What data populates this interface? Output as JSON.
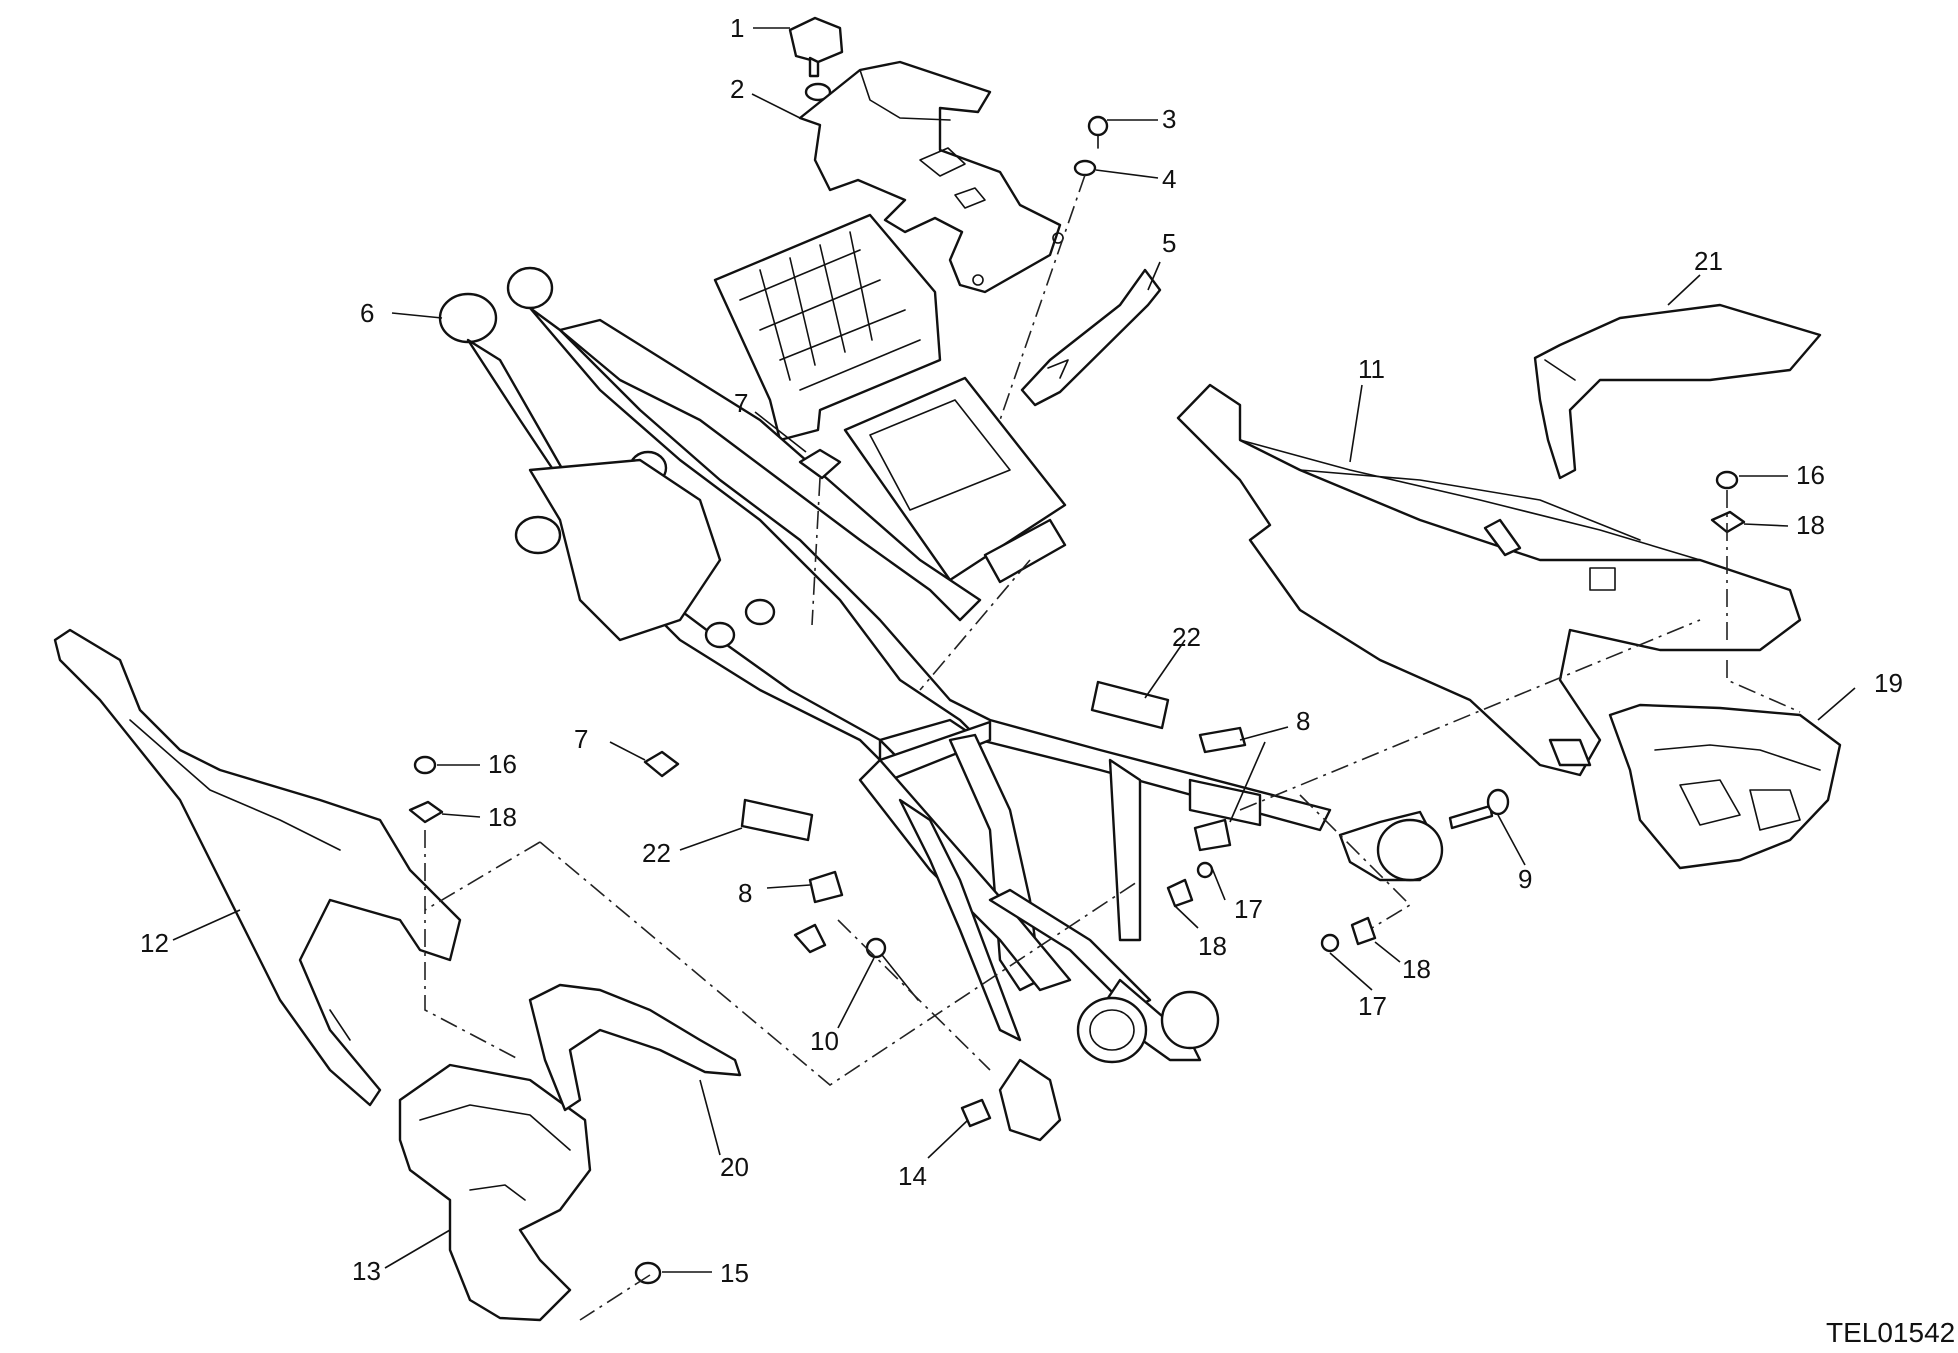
{
  "diagram": {
    "reference_code": "TEL01542",
    "callouts": [
      {
        "id": "c1",
        "number": "1"
      },
      {
        "id": "c2",
        "number": "2"
      },
      {
        "id": "c3",
        "number": "3"
      },
      {
        "id": "c4",
        "number": "4"
      },
      {
        "id": "c5",
        "number": "5"
      },
      {
        "id": "c6",
        "number": "6"
      },
      {
        "id": "c7a",
        "number": "7"
      },
      {
        "id": "c7b",
        "number": "7"
      },
      {
        "id": "c8a",
        "number": "8"
      },
      {
        "id": "c8b",
        "number": "8"
      },
      {
        "id": "c9",
        "number": "9"
      },
      {
        "id": "c10",
        "number": "10"
      },
      {
        "id": "c11",
        "number": "11"
      },
      {
        "id": "c12",
        "number": "12"
      },
      {
        "id": "c13",
        "number": "13"
      },
      {
        "id": "c14",
        "number": "14"
      },
      {
        "id": "c15",
        "number": "15"
      },
      {
        "id": "c16a",
        "number": "16"
      },
      {
        "id": "c16b",
        "number": "16"
      },
      {
        "id": "c17a",
        "number": "17"
      },
      {
        "id": "c17b",
        "number": "17"
      },
      {
        "id": "c18a",
        "number": "18"
      },
      {
        "id": "c18b",
        "number": "18"
      },
      {
        "id": "c18c",
        "number": "18"
      },
      {
        "id": "c18d",
        "number": "18"
      },
      {
        "id": "c19",
        "number": "19"
      },
      {
        "id": "c20",
        "number": "20"
      },
      {
        "id": "c21",
        "number": "21"
      },
      {
        "id": "c22a",
        "number": "22"
      },
      {
        "id": "c22b",
        "number": "22"
      }
    ]
  }
}
